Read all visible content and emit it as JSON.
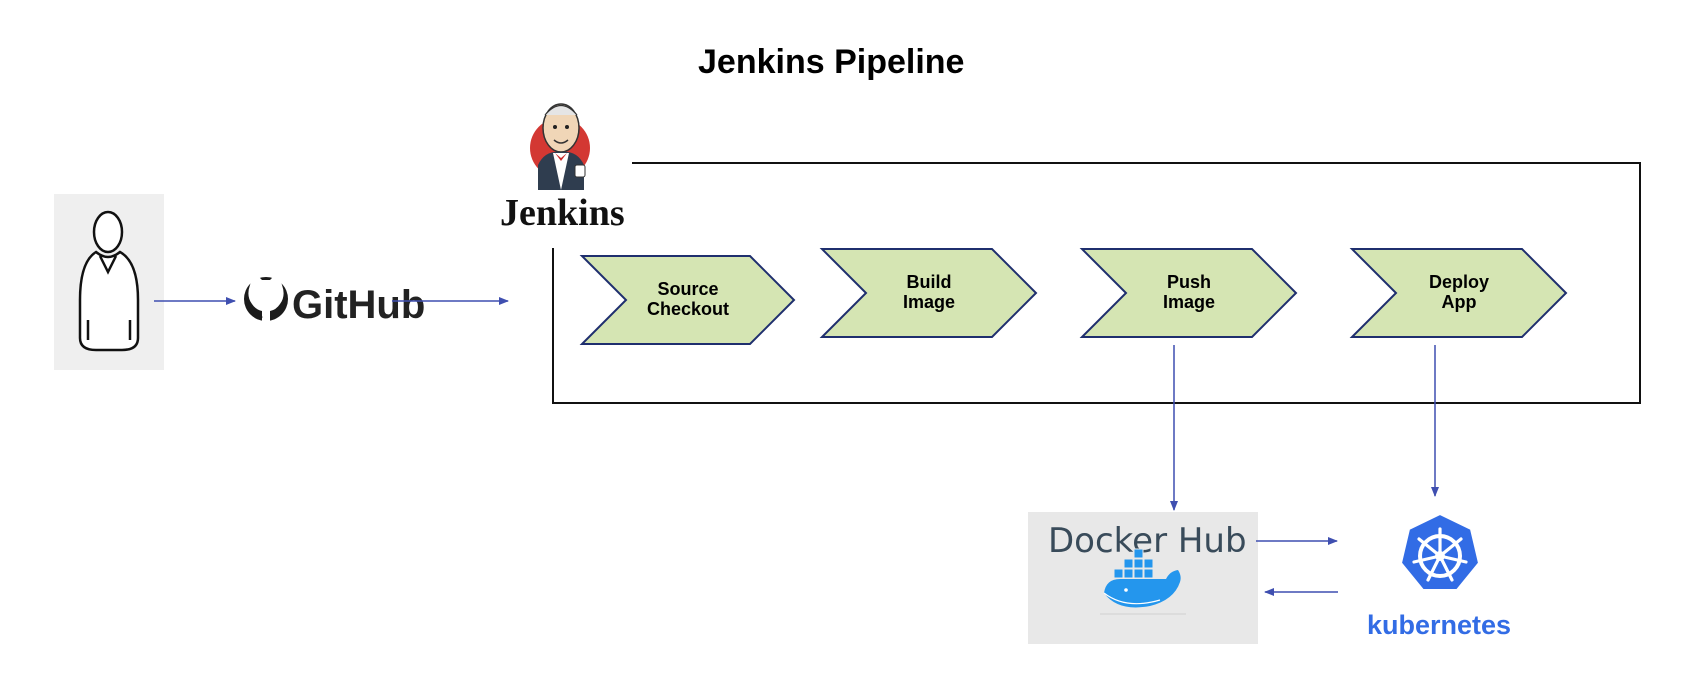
{
  "diagram": {
    "title": "Jenkins Pipeline",
    "nodes": {
      "developer": {
        "icon": "person-icon"
      },
      "github": {
        "label": "GitHub",
        "icon": "github-octocat-icon"
      },
      "jenkins": {
        "label": "Jenkins",
        "icon": "jenkins-butler-icon"
      },
      "docker_hub": {
        "label": "Docker Hub",
        "icon": "docker-whale-icon"
      },
      "kubernetes": {
        "label": "kubernetes",
        "icon": "kubernetes-helm-icon"
      }
    },
    "stages": [
      {
        "line1": "Source",
        "line2": "Checkout"
      },
      {
        "line1": "Build",
        "line2": "Image"
      },
      {
        "line1": "Push",
        "line2": "Image"
      },
      {
        "line1": "Deploy",
        "line2": "App"
      }
    ],
    "connections": [
      {
        "from": "developer",
        "to": "github"
      },
      {
        "from": "github",
        "to": "jenkins"
      },
      {
        "from": "Push Image",
        "to": "docker_hub"
      },
      {
        "from": "Deploy App",
        "to": "kubernetes"
      },
      {
        "from": "docker_hub",
        "to": "kubernetes"
      },
      {
        "from": "kubernetes",
        "to": "docker_hub"
      }
    ],
    "colors": {
      "stage_fill": "#d5e5b3",
      "stage_stroke": "#1f2f6e",
      "arrow": "#3f4fb0",
      "tile_bg": "#efefef",
      "k8s_blue": "#326ce5"
    }
  }
}
